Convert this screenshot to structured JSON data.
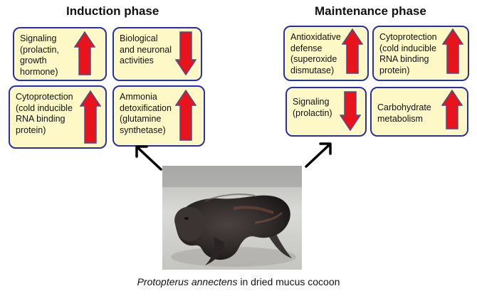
{
  "induction": {
    "title": "Induction phase",
    "boxes": [
      {
        "text": "Signaling\n(prolactin,\ngrowth\nhormone)",
        "direction": "up"
      },
      {
        "text": "Biological\nand neuronal\nactivities",
        "direction": "down"
      },
      {
        "text": "Cytoprotection\n(cold inducible\nRNA binding\nprotein)",
        "direction": "up"
      },
      {
        "text": "Ammonia\ndetoxification\n(glutamine\nsynthetase)",
        "direction": "up"
      }
    ]
  },
  "maintenance": {
    "title": "Maintenance phase",
    "boxes": [
      {
        "text": "Antioxidative\ndefense\n(superoxide\ndismutase)",
        "direction": "up"
      },
      {
        "text": "Cytoprotection\n(cold inducible\nRNA binding\nprotein)",
        "direction": "up"
      },
      {
        "text": "Signaling\n(prolactin)",
        "direction": "down"
      },
      {
        "text": "Carbohydrate\nmetabolism",
        "direction": "up"
      }
    ]
  },
  "caption": {
    "species": "Protopterus annectens",
    "rest": " in dried mucus cocoon"
  },
  "colors": {
    "box_fill": "#fdf8c6",
    "box_border": "#2631a8",
    "arrow_fill": "#e8131b",
    "arrow_outline": "#4b4f8a"
  }
}
